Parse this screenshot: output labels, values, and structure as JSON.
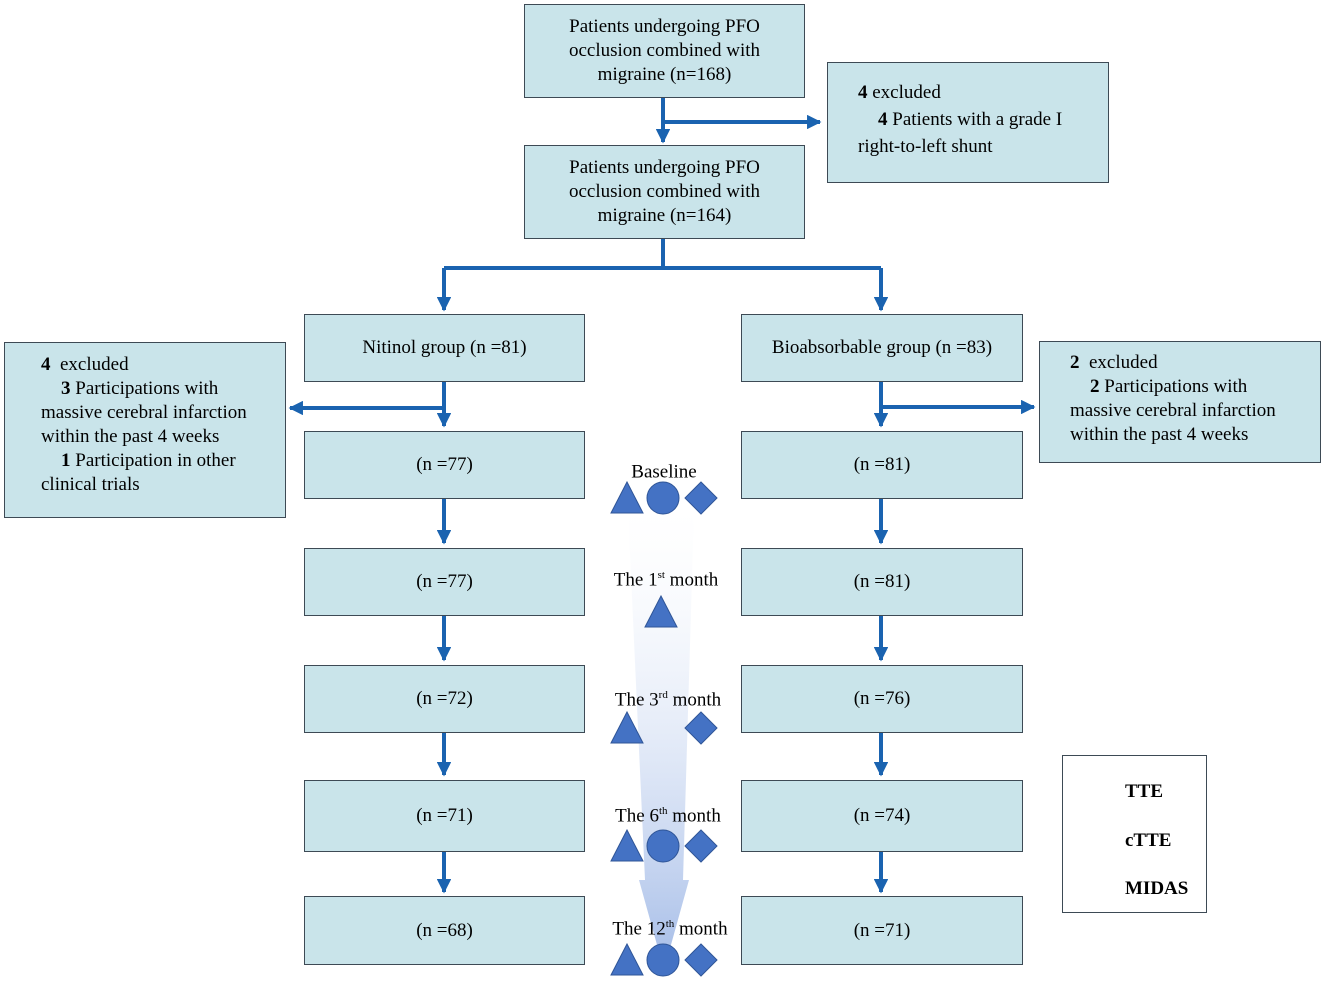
{
  "colors": {
    "box_fill": "#c9e4ea",
    "box_border": "#3d4a55",
    "arrow": "#1a63b0",
    "shape": "#4472c4",
    "shape_border": "#2f5597"
  },
  "top": {
    "enrolled": "Patients undergoing PFO\nocclusion combined with\nmigraine  (n=168)",
    "after_exclusion": "Patients undergoing PFO\nocclusion combined with\nmigraine  (n=164)"
  },
  "exclusion_top": {
    "count": "4",
    "count_label": "excluded",
    "reason_count": "4",
    "reason_text": "Patients with a grade I",
    "reason_text_2": "right-to-left shunt"
  },
  "groups": {
    "nitinol": "Nitinol  group (n =81)",
    "bioabsorbable": "Bioabsorbable group (n =83)"
  },
  "exclusion_left": {
    "count": "4",
    "count_label": "excluded",
    "r1_count": "3",
    "r1_text": "Participations with",
    "r1_text_2": "massive cerebral infarction",
    "r1_text_3": "within the past 4 weeks",
    "r2_count": "1",
    "r2_text": "Participation in other",
    "r2_text_2": "clinical trials"
  },
  "exclusion_right": {
    "count": "2",
    "count_label": "excluded",
    "r1_count": "2",
    "r1_text": "Participations with",
    "r1_text_2": "massive cerebral infarction",
    "r1_text_3": "within the past 4 weeks"
  },
  "followup": {
    "nitinol": [
      "(n =77)",
      "(n =77)",
      "(n =72)",
      "(n =71)",
      "(n =68)"
    ],
    "bioabsorbable": [
      "(n =81)",
      "(n =81)",
      "(n =76)",
      "(n =74)",
      "(n =71)"
    ]
  },
  "timepoints": [
    {
      "prefix": "Baseline",
      "sup": "",
      "suffix": "",
      "shapes": [
        "triangle",
        "circle",
        "diamond"
      ]
    },
    {
      "prefix": "The 1",
      "sup": "st",
      "suffix": " month",
      "shapes": [
        "triangle"
      ]
    },
    {
      "prefix": "The 3",
      "sup": "rd",
      "suffix": " month",
      "shapes": [
        "triangle",
        "diamond"
      ]
    },
    {
      "prefix": "The 6",
      "sup": "th",
      "suffix": " month",
      "shapes": [
        "triangle",
        "circle",
        "diamond"
      ]
    },
    {
      "prefix": "The 12",
      "sup": "th",
      "suffix": " month",
      "shapes": [
        "triangle",
        "circle",
        "diamond"
      ]
    }
  ],
  "legend": [
    {
      "shape": "triangle",
      "label": "TTE"
    },
    {
      "shape": "circle",
      "label": "cTTE"
    },
    {
      "shape": "diamond",
      "label": "MIDAS"
    }
  ]
}
